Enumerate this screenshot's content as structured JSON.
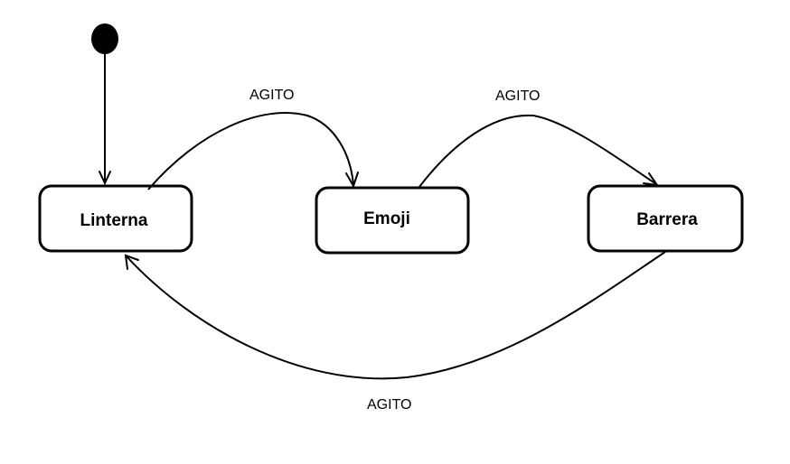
{
  "diagram": {
    "type": "state-machine",
    "states": [
      {
        "id": "linterna",
        "label": "Linterna",
        "initial": true
      },
      {
        "id": "emoji",
        "label": "Emoji"
      },
      {
        "id": "barrera",
        "label": "Barrera"
      }
    ],
    "transitions": [
      {
        "from": "linterna",
        "to": "emoji",
        "label": "AGITO"
      },
      {
        "from": "emoji",
        "to": "barrera",
        "label": "AGITO"
      },
      {
        "from": "barrera",
        "to": "linterna",
        "label": "AGITO"
      }
    ],
    "colors": {
      "stroke": "#000000",
      "fill": "#ffffff"
    }
  }
}
